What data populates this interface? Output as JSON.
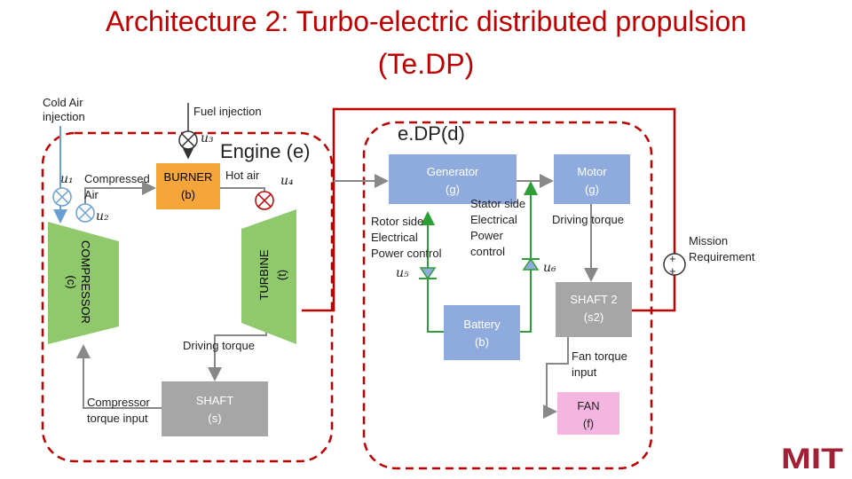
{
  "title": {
    "line1": "Architecture 2: Turbo-electric distributed propulsion",
    "line2": "(Te.DP)"
  },
  "labels": {
    "cold_air": [
      "Cold Air",
      "injection"
    ],
    "fuel_injection": "Fuel injection",
    "engine_section": "Engine (e)",
    "edp_section": "e.DP(d)",
    "compressed_air": [
      "Compressed",
      "Air"
    ],
    "hot_air": "Hot air",
    "driving_torque_engine": "Driving torque",
    "compressor_torque": [
      "Compressor",
      "torque input"
    ],
    "rotor_side": [
      "Rotor side",
      "Electrical",
      "Power control"
    ],
    "stator_side": [
      "Stator side",
      "Electrical",
      "Power",
      "control"
    ],
    "driving_torque_motor": "Driving torque",
    "fan_torque": [
      "Fan torque",
      "input"
    ],
    "mission": [
      "Mission",
      "Requirement"
    ],
    "sum_plus_top": "+",
    "sum_plus_bottom": "+"
  },
  "controls": {
    "u1": "u₁",
    "u2": "u₂",
    "u3": "u₃",
    "u4": "u₄",
    "u5": "u₅",
    "u6": "u₆"
  },
  "blocks": {
    "burner": [
      "BURNER",
      "(b)"
    ],
    "compressor": [
      "COMPRESSOR",
      "(c)"
    ],
    "turbine": [
      "TURBINE",
      "(t)"
    ],
    "shaft": [
      "SHAFT",
      "(s)"
    ],
    "generator": [
      "Generator",
      "(g)"
    ],
    "motor": [
      "Motor",
      "(g)"
    ],
    "battery": [
      "Battery",
      "(b)"
    ],
    "shaft2": [
      "SHAFT 2",
      "(s2)"
    ],
    "fan": [
      "FAN",
      "(f)"
    ]
  },
  "logo": "MIT",
  "colors": {
    "title": "#c00000",
    "dashed_border": "#c00000",
    "burner": "#f4a63a",
    "electric_block": "#8faadc",
    "mechanical_block": "#a6a6a6",
    "compressor_turbine": "#90c96b",
    "fan": "#f4b6e0",
    "cold_air_line": "#6a9fd3",
    "electric_line": "#2e9e37",
    "logo": "#a31f34"
  }
}
